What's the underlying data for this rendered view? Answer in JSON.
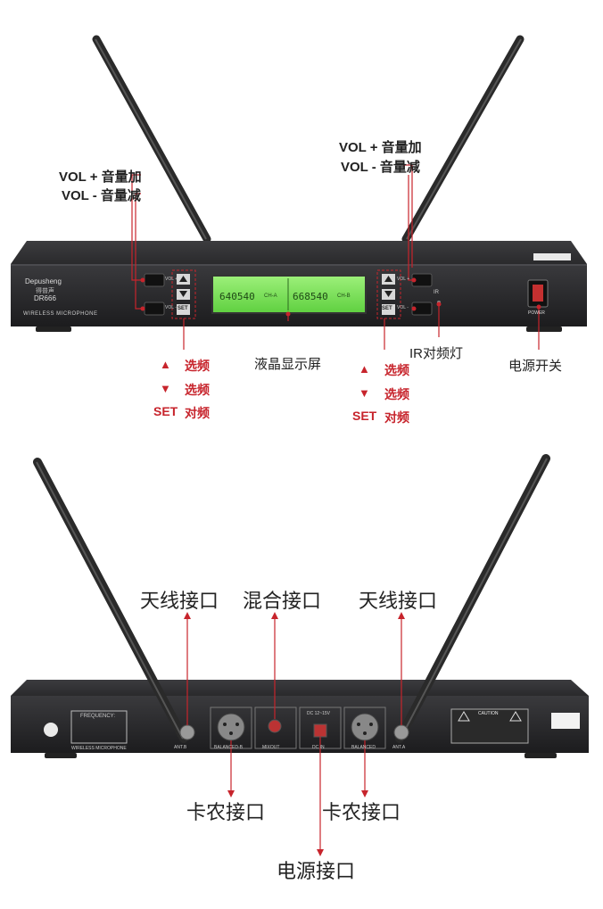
{
  "front": {
    "brand": "Depusheng",
    "brand_cn": "得普声",
    "model": "DR666",
    "series_label": "WIRELESS MICROPHONE",
    "power_label": "POWER",
    "lcd": {
      "a_ch": "CH-A",
      "a_freq": "640540",
      "b_ch": "CH-B",
      "b_freq": "668540"
    },
    "panel_labels": {
      "vol_plus": "VOL +",
      "vol_minus": "VOL -",
      "up": "▲",
      "down": "▼",
      "set": "SET",
      "ir": "IR"
    },
    "callouts": {
      "left_vol_plus": "VOL +  音量加",
      "left_vol_minus": "VOL -  音量减",
      "right_vol_plus": "VOL +  音量加",
      "right_vol_minus": "VOL -  音量减",
      "left_up": "选频",
      "left_down": "选频",
      "left_set_key": "SET",
      "left_set": "对频",
      "right_up": "选频",
      "right_down": "选频",
      "right_set_key": "SET",
      "right_set": "对频",
      "lcd": "液晶显示屏",
      "ir": "IR对频灯",
      "power": "电源开关",
      "tri_up": "▲",
      "tri_down": "▼"
    }
  },
  "back": {
    "freq_label": "FREQUENCY:",
    "series_label": "WIRELESS MICROPHONE",
    "dc_label": "DC 12~15V",
    "dc_in": "DC IN",
    "ant_b": "ANT.B",
    "balanced_b": "BALANCED-B",
    "mixout": "MIXOUT",
    "balanced_a": "BALANCED",
    "ant_a": "ANT.A",
    "caution": "CAUTION",
    "callouts": {
      "antenna_left": "天线接口",
      "mix": "混合接口",
      "antenna_right": "天线接口",
      "xlr_left": "卡农接口",
      "xlr_right": "卡农接口",
      "power_port": "电源接口"
    }
  },
  "colors": {
    "accent": "#c7242c",
    "lcd": "#7fe35a",
    "chassis": "#2b2b2d"
  }
}
